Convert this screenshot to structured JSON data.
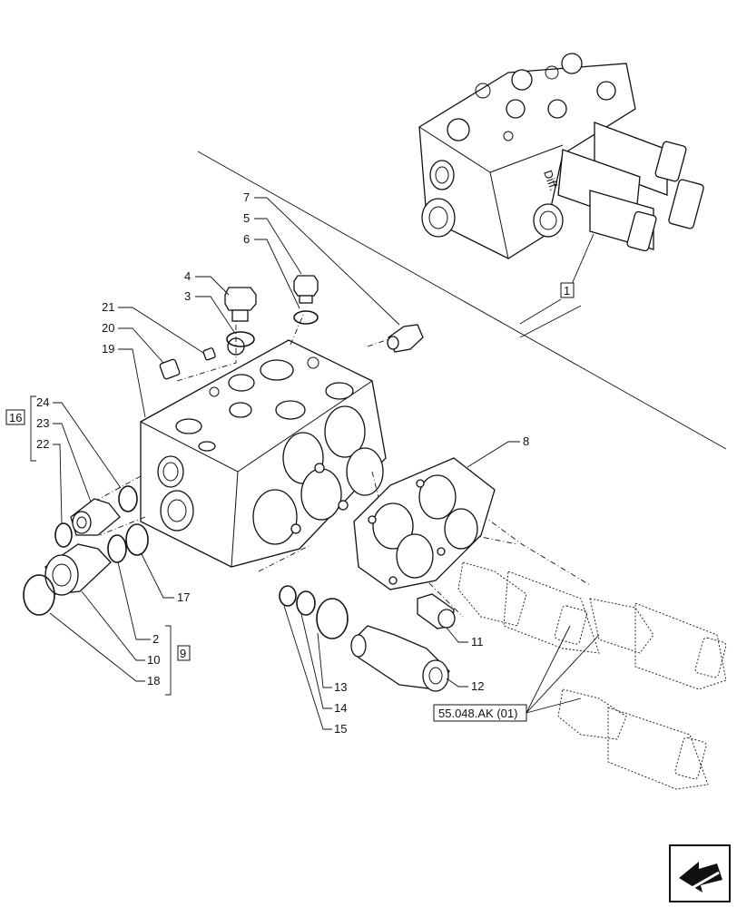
{
  "callouts": {
    "c1": "1",
    "c2": "2",
    "c3": "3",
    "c4": "4",
    "c5": "5",
    "c6": "6",
    "c7": "7",
    "c8": "8",
    "c9": "9",
    "c10": "10",
    "c11": "11",
    "c12": "12",
    "c13": "13",
    "c14": "14",
    "c15": "15",
    "c16": "16",
    "c17": "17",
    "c18": "18",
    "c19": "19",
    "c20": "20",
    "c21": "21",
    "c22": "22",
    "c23": "23",
    "c24": "24"
  },
  "reference_label": "55.048.AK (01)",
  "assembly_text": "Diff.",
  "nav_icon": "next-page-arrow-icon"
}
